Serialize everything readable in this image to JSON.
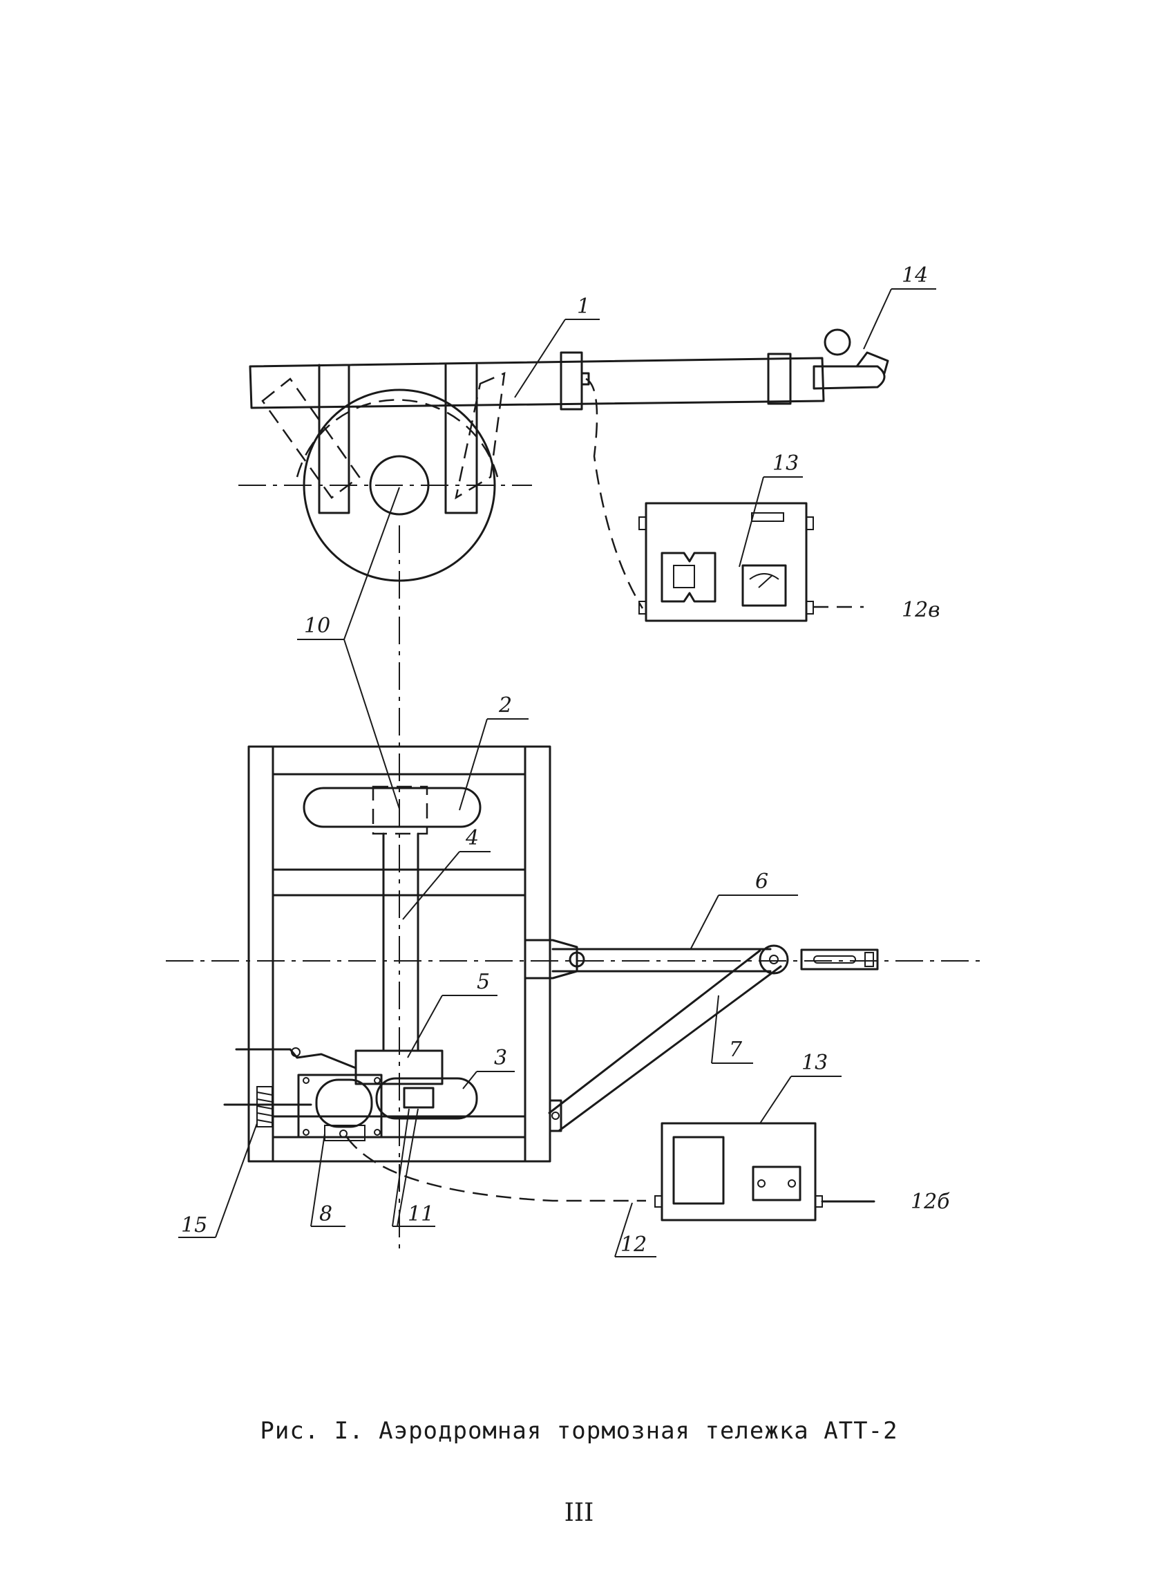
{
  "labels": {
    "l1": "1",
    "l2": "2",
    "l3": "3",
    "l4": "4",
    "l5": "5",
    "l6": "6",
    "l7": "7",
    "l8": "8",
    "l10": "10",
    "l11": "11",
    "l12": "12",
    "l12b": "12б",
    "l12v": "12в",
    "l13_top": "13",
    "l13_bottom": "13",
    "l14": "14",
    "l15": "15"
  },
  "caption": "Рис. I. Аэродромная тормозная тележка АТТ-2",
  "page_number": "III"
}
